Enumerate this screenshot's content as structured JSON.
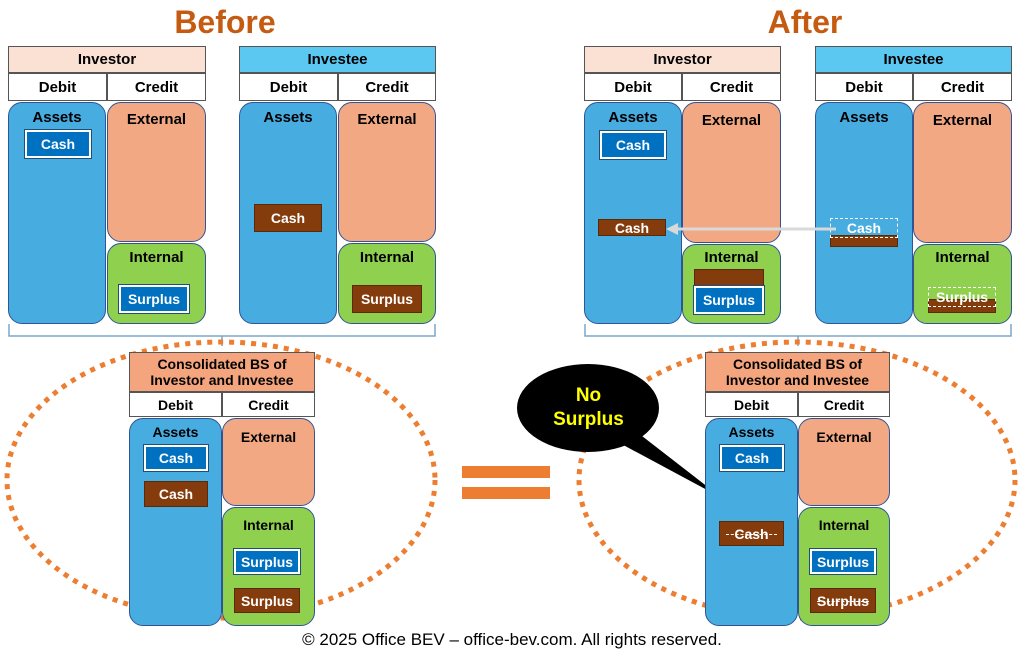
{
  "titles": {
    "before": "Before",
    "after": "After"
  },
  "headers": {
    "investor": "Investor",
    "investee": "Investee",
    "debit": "Debit",
    "credit": "Credit",
    "consolidated_line1": "Consolidated BS of",
    "consolidated_line2": "Investor and Investee"
  },
  "labels": {
    "assets": "Assets",
    "external": "External",
    "internal": "Internal",
    "cash": "Cash",
    "surplus": "Surplus"
  },
  "callout": {
    "line1": "No",
    "line2": "Surplus"
  },
  "footer": "© 2025 Office BEV – office-bev.com. All rights reserved.",
  "colors": {
    "title": "#c55a11",
    "assets": "#47ace0",
    "external": "#f3a884",
    "internal": "#8fd14f",
    "blue_chip": "#0070c0",
    "brown_chip": "#843c0c",
    "dotted_ellipse": "#ed7d31"
  }
}
